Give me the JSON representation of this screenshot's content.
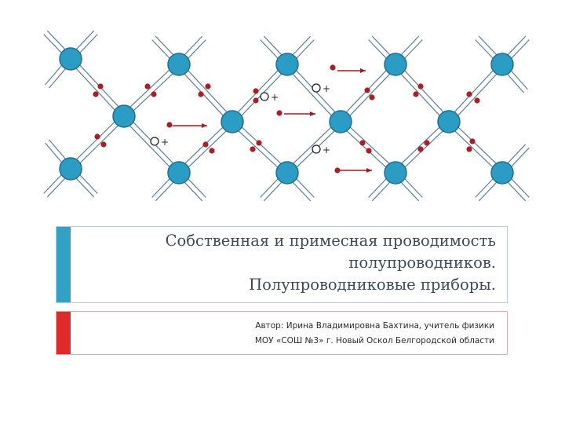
{
  "slide": {
    "title_lines": [
      "Собственная и примесная проводимость",
      "полупроводников.",
      "Полупроводниковые приборы."
    ],
    "author_lines": [
      "Автор: Ирина Владимировна Бахтина, учитель физики",
      "МОУ «СОШ №3» г. Новый Оскол  Белгородской области"
    ]
  },
  "illustration": {
    "hole_sign": "+",
    "colors": {
      "atom": "#2b9cc4",
      "atom_stroke": "#1f6f8f",
      "bond": "#5a7d9a",
      "electron": "#a82026",
      "arrow": "#b5141c",
      "title_accent": "#31a2c4",
      "author_accent": "#de2a2a"
    }
  }
}
